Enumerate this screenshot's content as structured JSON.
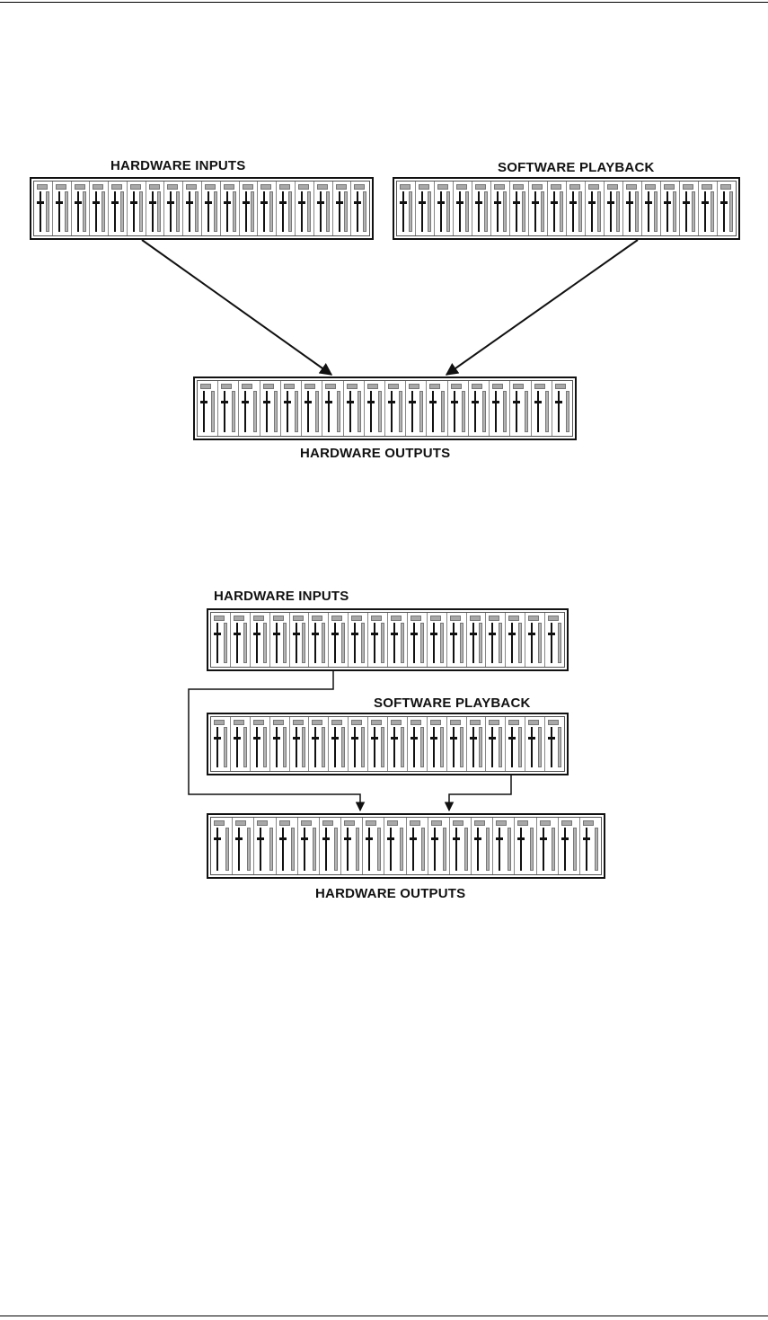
{
  "diagram_top": {
    "hardware_inputs_label": "HARDWARE INPUTS",
    "software_playback_label": "SOFTWARE PLAYBACK",
    "hardware_outputs_label": "HARDWARE OUTPUTS",
    "channels_per_bank": 18
  },
  "diagram_bottom": {
    "hardware_inputs_label": "HARDWARE INPUTS",
    "software_playback_label": "SOFTWARE PLAYBACK",
    "hardware_outputs_label": "HARDWARE OUTPUTS",
    "channels_per_bank": 18
  },
  "colors": {
    "line": "#111111",
    "meter": "#b4b4b4"
  }
}
